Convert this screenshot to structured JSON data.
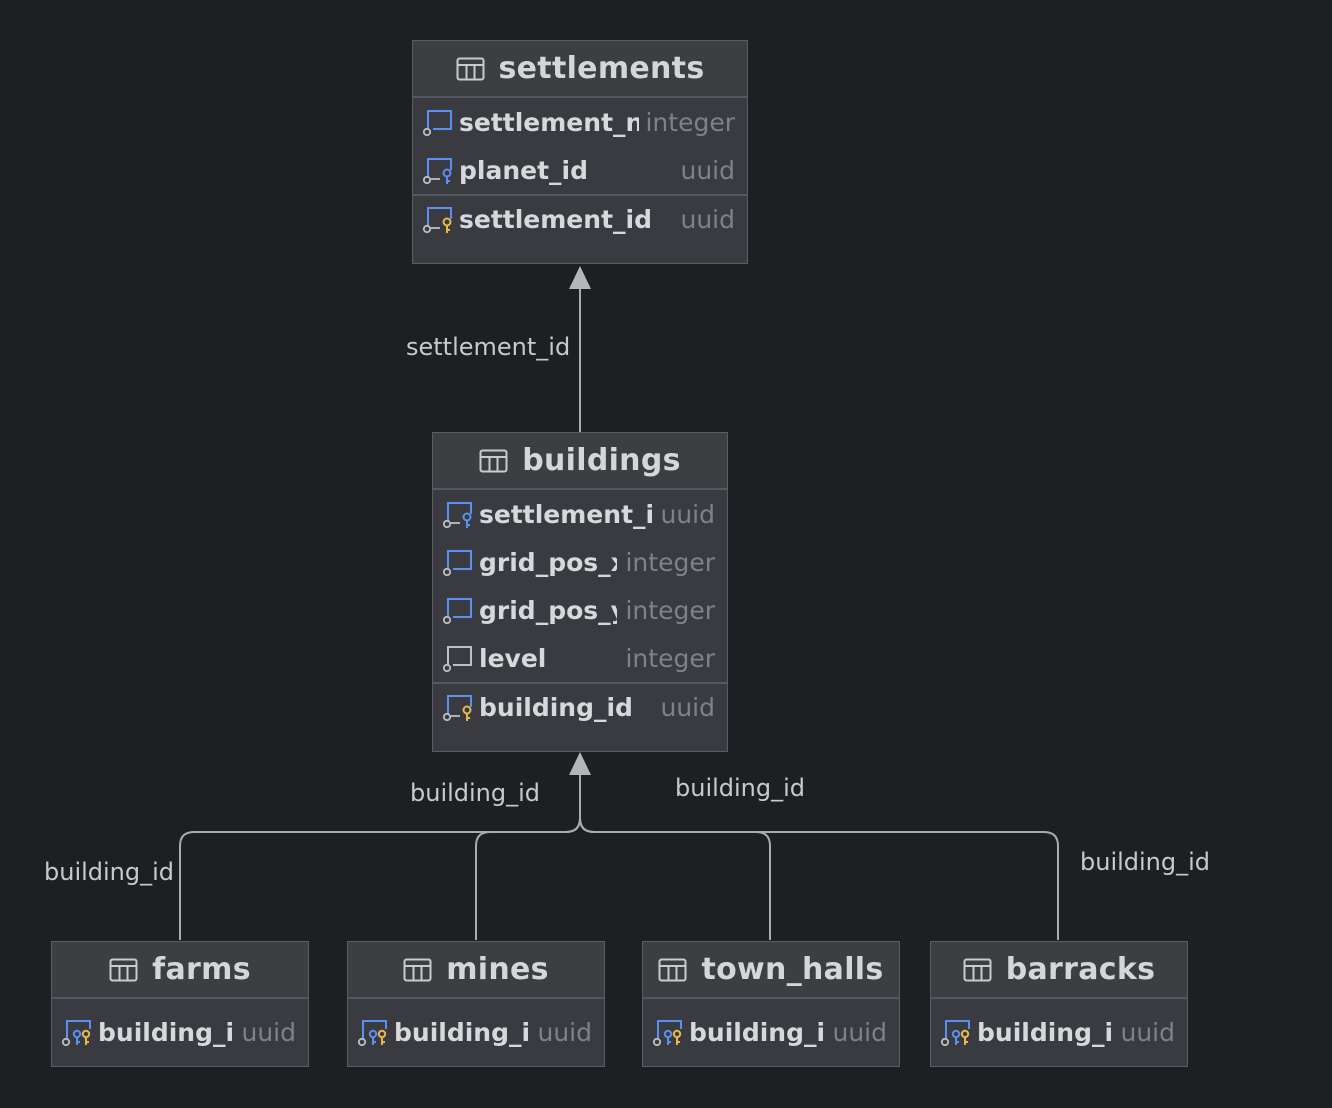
{
  "tables": {
    "settlements": {
      "name": "settlements",
      "columns": [
        {
          "name": "settlement_nr",
          "type": "integer",
          "kind": "column"
        },
        {
          "name": "planet_id",
          "type": "uuid",
          "kind": "foreign-key"
        },
        {
          "name": "settlement_id",
          "type": "uuid",
          "kind": "primary-key"
        }
      ]
    },
    "buildings": {
      "name": "buildings",
      "columns": [
        {
          "name": "settlement_id",
          "type": "uuid",
          "kind": "foreign-key"
        },
        {
          "name": "grid_pos_x",
          "type": "integer",
          "kind": "column"
        },
        {
          "name": "grid_pos_y",
          "type": "integer",
          "kind": "column"
        },
        {
          "name": "level",
          "type": "integer",
          "kind": "column-nullable"
        },
        {
          "name": "building_id",
          "type": "uuid",
          "kind": "primary-key"
        }
      ]
    },
    "farms": {
      "name": "farms",
      "columns": [
        {
          "name": "building_id",
          "type": "uuid",
          "kind": "primary-foreign-key"
        }
      ]
    },
    "mines": {
      "name": "mines",
      "columns": [
        {
          "name": "building_id",
          "type": "uuid",
          "kind": "primary-foreign-key"
        }
      ]
    },
    "town_halls": {
      "name": "town_halls",
      "columns": [
        {
          "name": "building_id",
          "type": "uuid",
          "kind": "primary-foreign-key"
        }
      ]
    },
    "barracks": {
      "name": "barracks",
      "columns": [
        {
          "name": "building_id",
          "type": "uuid",
          "kind": "primary-foreign-key"
        }
      ]
    }
  },
  "relations": [
    {
      "from": "buildings",
      "to": "settlements",
      "label": "settlement_id"
    },
    {
      "from": "farms",
      "to": "buildings",
      "label": "building_id"
    },
    {
      "from": "mines",
      "to": "buildings",
      "label": "building_id"
    },
    {
      "from": "town_halls",
      "to": "buildings",
      "label": "building_id"
    },
    {
      "from": "barracks",
      "to": "buildings",
      "label": "building_id"
    }
  ],
  "colors": {
    "background": "#1e1f22",
    "table_fill": "#393b40",
    "connector": "#a9abaf",
    "key_yellow": "#e8b84a",
    "fk_blue": "#5b8ff0",
    "column_gray": "#bdbfc2"
  },
  "icons": {
    "table": "table-icon",
    "column": "column-icon",
    "primary-key": "primary-key-icon",
    "foreign-key": "foreign-key-icon",
    "primary-foreign-key": "primary-foreign-key-icon"
  }
}
